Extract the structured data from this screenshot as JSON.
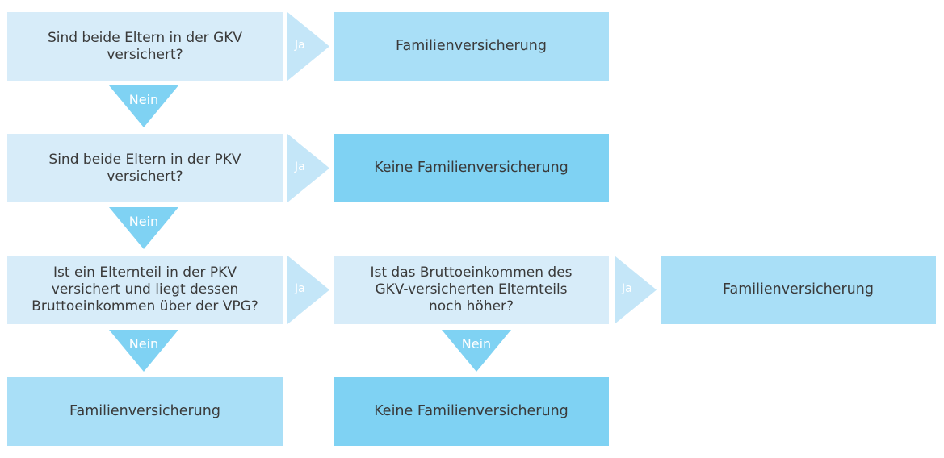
{
  "questions": {
    "q1": "Sind beide Eltern in der GKV versichert?",
    "q2": "Sind beide Eltern in der PKV versichert?",
    "q3": "Ist ein Elternteil in der PKV versichert und liegt dessen Bruttoeinkommen über der VPG?",
    "q4": "Ist das Bruttoeinkommen des GKV-versicherten Elternteils noch höher?"
  },
  "outcomes": {
    "o1": "Familienversicherung",
    "o2": "Keine Familienversicherung",
    "o3": "Familienversicherung",
    "o4": "Familienversicherung",
    "o5": "Keine Familienversicherung"
  },
  "labels": {
    "yes": "Ja",
    "no": "Nein"
  },
  "colors": {
    "question_box": "#d7ecf9",
    "outcome_yes": "#a9dff7",
    "outcome_no": "#7fd2f3",
    "arrow_right": "#c4e6f8",
    "arrow_down": "#7fd2f3"
  }
}
